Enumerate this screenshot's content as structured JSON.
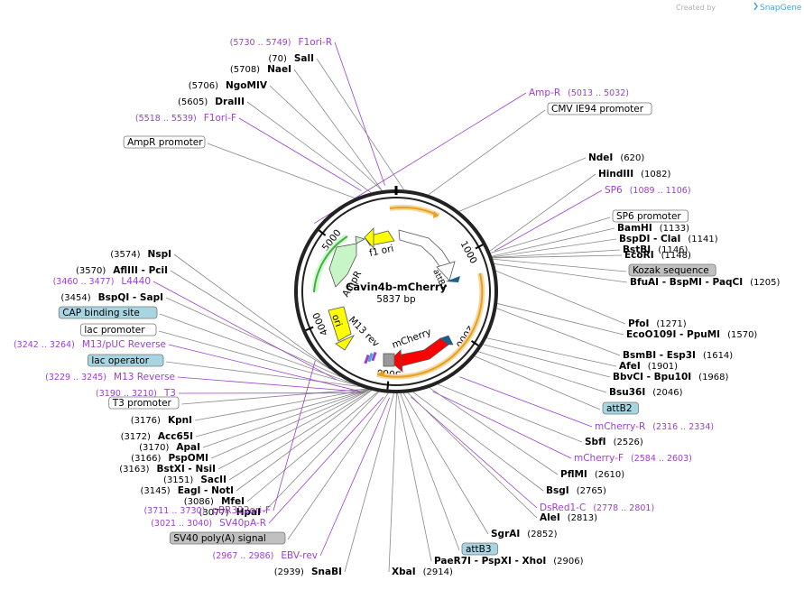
{
  "brand": {
    "created_by": "Created by",
    "name": "SnapGene"
  },
  "plasmid": {
    "name": "Cavin4b-mCherry",
    "size": "5837 bp",
    "length": 5837
  },
  "colors": {
    "primer": "#9b3fd0",
    "leader": "#888888",
    "promoter_box": "#ffffff",
    "misc_box": "#c0c0c0",
    "att_box": "#a8d5e2",
    "orange": "#f0a030",
    "yellow": "#ffff00",
    "green": "#c8f5c8",
    "red": "#ff0000"
  },
  "ticks": [
    {
      "label": "1000",
      "bp": 1000
    },
    {
      "label": "2000",
      "bp": 2000
    },
    {
      "label": "3000",
      "bp": 3000
    },
    {
      "label": "4000",
      "bp": 4000
    },
    {
      "label": "5000",
      "bp": 5000
    }
  ],
  "features": [
    {
      "label": "f1 ori"
    },
    {
      "label": "AmpR"
    },
    {
      "label": "ori"
    },
    {
      "label": "M13 rev"
    },
    {
      "label": "mCherry"
    },
    {
      "label": "attB1"
    }
  ],
  "labels": [
    {
      "type": "primer",
      "range": "(5730 .. 5749)",
      "name": "F1ori-R",
      "bp": 5739
    },
    {
      "type": "enzyme",
      "name": "SalI",
      "pos": "(70)",
      "bp": 70
    },
    {
      "type": "enzyme",
      "name": "NaeI",
      "pos": "(5708)",
      "bp": 5708
    },
    {
      "type": "enzyme",
      "name": "NgoMIV",
      "pos": "(5706)",
      "bp": 5706
    },
    {
      "type": "enzyme",
      "name": "DraIII",
      "pos": "(5605)",
      "bp": 5605
    },
    {
      "type": "primer",
      "range": "(5518 .. 5539)",
      "name": "F1ori-F",
      "bp": 5528
    },
    {
      "type": "box",
      "name": "AmpR promoter",
      "style": "white",
      "bp": 5450
    },
    {
      "type": "primer",
      "range": "(5013 .. 5032)",
      "name": "Amp-R",
      "bp": 5022
    },
    {
      "type": "box",
      "name": "CMV IE94 promoter",
      "style": "white",
      "bp": 300
    },
    {
      "type": "enzyme",
      "name": "NdeI",
      "pos": "(620)",
      "bp": 620
    },
    {
      "type": "enzyme",
      "name": "HindIII",
      "pos": "(1082)",
      "bp": 1082
    },
    {
      "type": "primer",
      "name": "SP6",
      "range": "(1089 .. 1106)",
      "bp": 1097
    },
    {
      "type": "box",
      "name": "SP6 promoter",
      "style": "white",
      "bp": 1100
    },
    {
      "type": "enzyme",
      "name": "BamHI",
      "pos": "(1133)",
      "bp": 1133
    },
    {
      "type": "enzyme",
      "name": "BspDI - ClaI",
      "pos": "(1141)",
      "bp": 1141
    },
    {
      "type": "enzyme",
      "name": "BstBI",
      "pos": "(1146)",
      "bp": 1146
    },
    {
      "type": "enzyme",
      "name": "EcoRI",
      "pos": "(1148)",
      "bp": 1148
    },
    {
      "type": "box",
      "name": "Kozak sequence",
      "style": "gray",
      "bp": 1160
    },
    {
      "type": "enzyme",
      "name": "BfuAI - BspMI - PaqCI",
      "pos": "(1205)",
      "bp": 1205
    },
    {
      "type": "enzyme",
      "name": "PfoI",
      "pos": "(1271)",
      "bp": 1271
    },
    {
      "type": "enzyme",
      "name": "EcoO109I - PpuMI",
      "pos": "(1570)",
      "bp": 1570
    },
    {
      "type": "enzyme",
      "name": "BsmBI - Esp3I",
      "pos": "(1614)",
      "bp": 1614
    },
    {
      "type": "enzyme",
      "name": "AfeI",
      "pos": "(1901)",
      "bp": 1901
    },
    {
      "type": "enzyme",
      "name": "BbvCI - Bpu10I",
      "pos": "(1968)",
      "bp": 1968
    },
    {
      "type": "enzyme",
      "name": "Bsu36I",
      "pos": "(2046)",
      "bp": 2046
    },
    {
      "type": "box",
      "name": "attB2",
      "style": "blue",
      "bp": 2100
    },
    {
      "type": "primer",
      "name": "mCherry-R",
      "range": "(2316 .. 2334)",
      "bp": 2325
    },
    {
      "type": "enzyme",
      "name": "SbfI",
      "pos": "(2526)",
      "bp": 2526
    },
    {
      "type": "primer",
      "name": "mCherry-F",
      "range": "(2584 .. 2603)",
      "bp": 2593
    },
    {
      "type": "enzyme",
      "name": "PflMI",
      "pos": "(2610)",
      "bp": 2610
    },
    {
      "type": "enzyme",
      "name": "BsgI",
      "pos": "(2765)",
      "bp": 2765
    },
    {
      "type": "primer",
      "name": "DsRed1-C",
      "range": "(2778 .. 2801)",
      "bp": 2789
    },
    {
      "type": "enzyme",
      "name": "AleI",
      "pos": "(2813)",
      "bp": 2813
    },
    {
      "type": "enzyme",
      "name": "SgrAI",
      "pos": "(2852)",
      "bp": 2852
    },
    {
      "type": "box",
      "name": "attB3",
      "style": "blue",
      "bp": 2880
    },
    {
      "type": "enzyme",
      "name": "PaeR7I - PspXI - XhoI",
      "pos": "(2906)",
      "bp": 2906
    },
    {
      "type": "enzyme",
      "name": "XbaI",
      "pos": "(2914)",
      "bp": 2914
    },
    {
      "type": "enzyme",
      "name": "SnaBI",
      "pos": "(2939)",
      "bp": 2939
    },
    {
      "type": "primer",
      "range": "(2967 .. 2986)",
      "name": "EBV-rev",
      "bp": 2976
    },
    {
      "type": "box",
      "name": "SV40 poly(A) signal",
      "style": "gray",
      "bp": 2990
    },
    {
      "type": "primer",
      "range": "(3021 .. 3040)",
      "name": "SV40pA-R",
      "bp": 3030
    },
    {
      "type": "enzyme",
      "name": "HpaI",
      "pos": "(3077)",
      "bp": 3077
    },
    {
      "type": "enzyme",
      "name": "MfeI",
      "pos": "(3086)",
      "bp": 3086
    },
    {
      "type": "enzyme",
      "name": "EagI - NotI",
      "pos": "(3145)",
      "bp": 3145
    },
    {
      "type": "enzyme",
      "name": "SacII",
      "pos": "(3151)",
      "bp": 3151
    },
    {
      "type": "enzyme",
      "name": "BstXI - NsiI",
      "pos": "(3163)",
      "bp": 3163
    },
    {
      "type": "enzyme",
      "name": "PspOMI",
      "pos": "(3166)",
      "bp": 3166
    },
    {
      "type": "enzyme",
      "name": "ApaI",
      "pos": "(3170)",
      "bp": 3170
    },
    {
      "type": "enzyme",
      "name": "Acc65I",
      "pos": "(3172)",
      "bp": 3172
    },
    {
      "type": "enzyme",
      "name": "KpnI",
      "pos": "(3176)",
      "bp": 3176
    },
    {
      "type": "box",
      "name": "T3 promoter",
      "style": "white",
      "bp": 3190
    },
    {
      "type": "primer",
      "range": "(3190 .. 3210)",
      "name": "T3",
      "bp": 3200
    },
    {
      "type": "primer",
      "range": "(3229 .. 3245)",
      "name": "M13 Reverse",
      "bp": 3237
    },
    {
      "type": "box",
      "name": "lac operator",
      "style": "blue",
      "bp": 3260
    },
    {
      "type": "primer",
      "range": "(3242 .. 3264)",
      "name": "M13/pUC Reverse",
      "bp": 3253
    },
    {
      "type": "box",
      "name": "lac promoter",
      "style": "white",
      "bp": 3300
    },
    {
      "type": "box",
      "name": "CAP binding site",
      "style": "blue",
      "bp": 3340
    },
    {
      "type": "enzyme",
      "name": "BspQI - SapI",
      "pos": "(3454)",
      "bp": 3454
    },
    {
      "type": "primer",
      "range": "(3460 .. 3477)",
      "name": "L4440",
      "bp": 3468
    },
    {
      "type": "enzyme",
      "name": "AflIII - PciI",
      "pos": "(3570)",
      "bp": 3570
    },
    {
      "type": "enzyme",
      "name": "NspI",
      "pos": "(3574)",
      "bp": 3574
    },
    {
      "type": "primer",
      "range": "(3711 .. 3730)",
      "name": "pBR322ori-F",
      "bp": 3720
    }
  ]
}
